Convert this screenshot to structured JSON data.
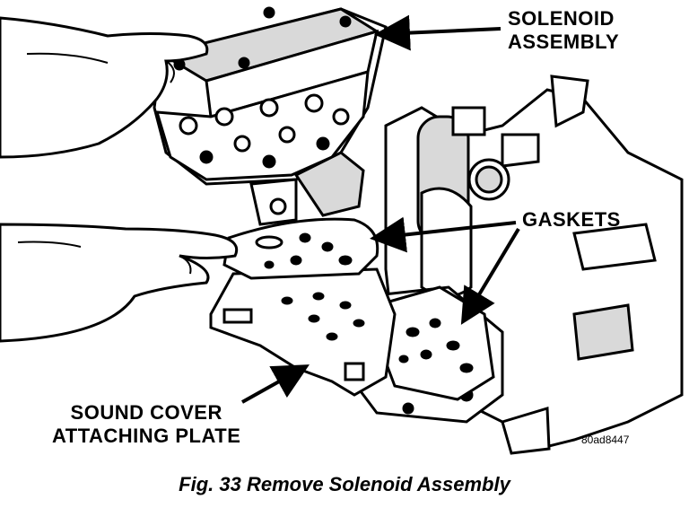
{
  "labels": {
    "solenoid_line1": "SOLENOID",
    "solenoid_line2": "ASSEMBLY",
    "gaskets": "GASKETS",
    "sound_line1": "SOUND COVER",
    "sound_line2": "ATTACHING PLATE",
    "code": "80ad8447"
  },
  "caption": "Fig. 33 Remove Solenoid Assembly",
  "colors": {
    "ink": "#000000",
    "paper": "#ffffff",
    "shade": "#d9d9d9"
  }
}
